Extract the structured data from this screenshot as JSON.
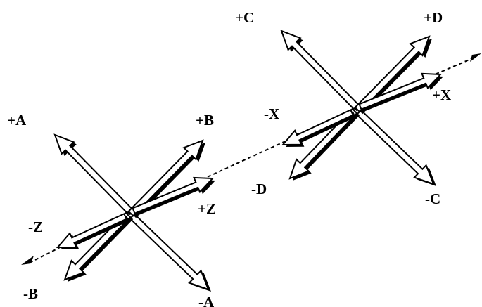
{
  "diagram": {
    "colors": {
      "ink": "#000000",
      "paper": "#ffffff"
    },
    "connector": {
      "style": "dashed"
    },
    "frames": [
      {
        "labels": {
          "plus_a": "+A",
          "minus_a": "-A",
          "plus_b": "+B",
          "minus_b": "-B",
          "plus_z": "+Z",
          "minus_z": "-Z"
        }
      },
      {
        "labels": {
          "plus_c": "+C",
          "minus_c": "-C",
          "plus_d": "+D",
          "minus_d": "-D",
          "plus_x": "+X",
          "minus_x": "-X"
        }
      }
    ]
  }
}
